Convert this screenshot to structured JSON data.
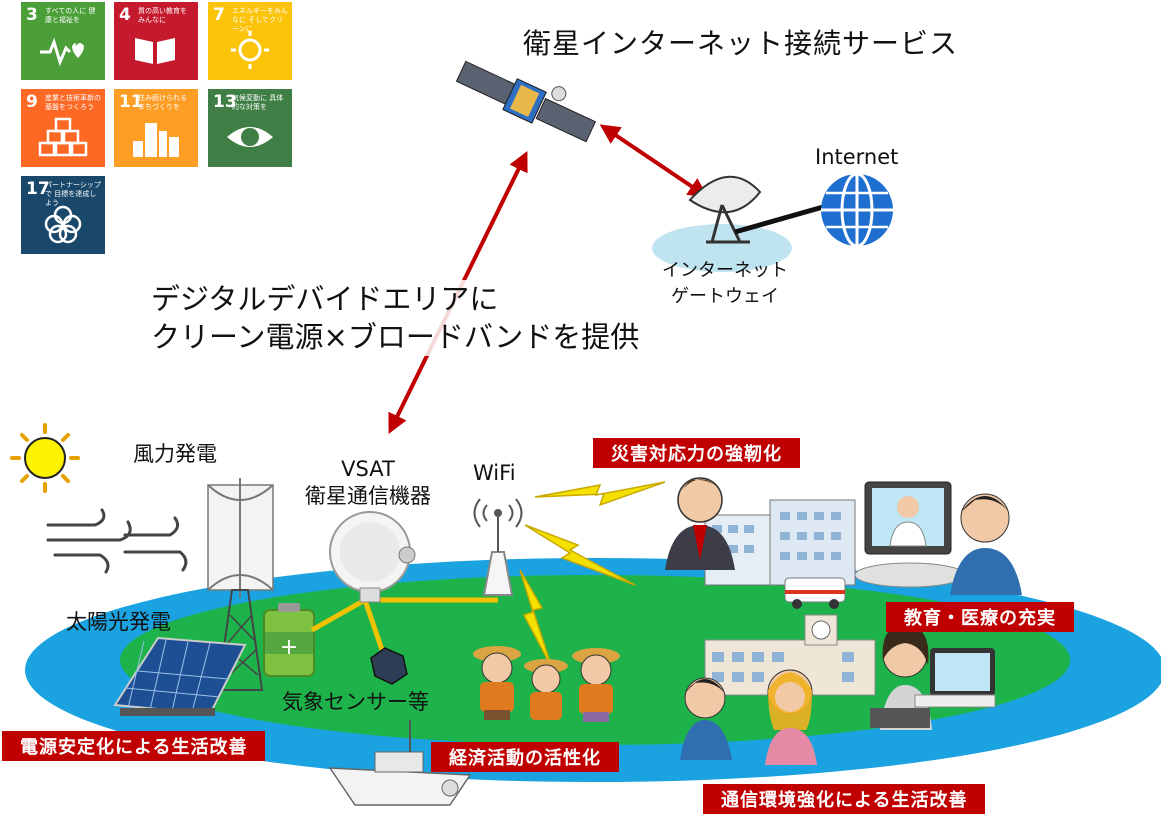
{
  "title": "衛星インターネット接続サービス",
  "lead": {
    "line1": "デジタルデバイドエリアに",
    "line2": "クリーン電源×ブロードバンドを提供"
  },
  "labels": {
    "internet": "Internet",
    "gateway_line1": "インターネット",
    "gateway_line2": "ゲートウェイ",
    "wind": "風力発電",
    "vsat_line1": "VSAT",
    "vsat_line2": "衛星通信機器",
    "wifi": "WiFi",
    "solar": "太陽光発電",
    "sensor": "気象センサー等"
  },
  "tags": {
    "disaster": "災害対応力の強靭化",
    "edu": "教育・医療の充実",
    "power": "電源安定化による生活改善",
    "econ": "経済活動の活性化",
    "comm": "通信環境強化による生活改善"
  },
  "sdgs": [
    {
      "num": "3",
      "text": "すべての人に 健康と福祉を",
      "color": "#4c9f38",
      "icon": "heartbeat-icon"
    },
    {
      "num": "4",
      "text": "質の高い教育を みんなに",
      "color": "#c5192d",
      "icon": "book-icon"
    },
    {
      "num": "7",
      "text": "エネルギーをみんなに そしてクリーンに",
      "color": "#fcc30b",
      "icon": "sun-power-icon"
    },
    {
      "num": "9",
      "text": "産業と技術革新の 基盤をつくろう",
      "color": "#fd6925",
      "icon": "cubes-icon"
    },
    {
      "num": "11",
      "text": "住み続けられる まちづくりを",
      "color": "#fd9d24",
      "icon": "city-icon"
    },
    {
      "num": "13",
      "text": "気候変動に 具体的な対策を",
      "color": "#3f7e44",
      "icon": "eye-globe-icon"
    },
    {
      "num": "17",
      "text": "パートナーシップで 目標を達成しよう",
      "color": "#19486a",
      "icon": "rings-icon"
    }
  ],
  "colors": {
    "tag_bg": "#c00000",
    "island": "#1aa3e0",
    "ground": "#1db34a",
    "arrow": "#c00000",
    "bolt": "#f5e100"
  }
}
